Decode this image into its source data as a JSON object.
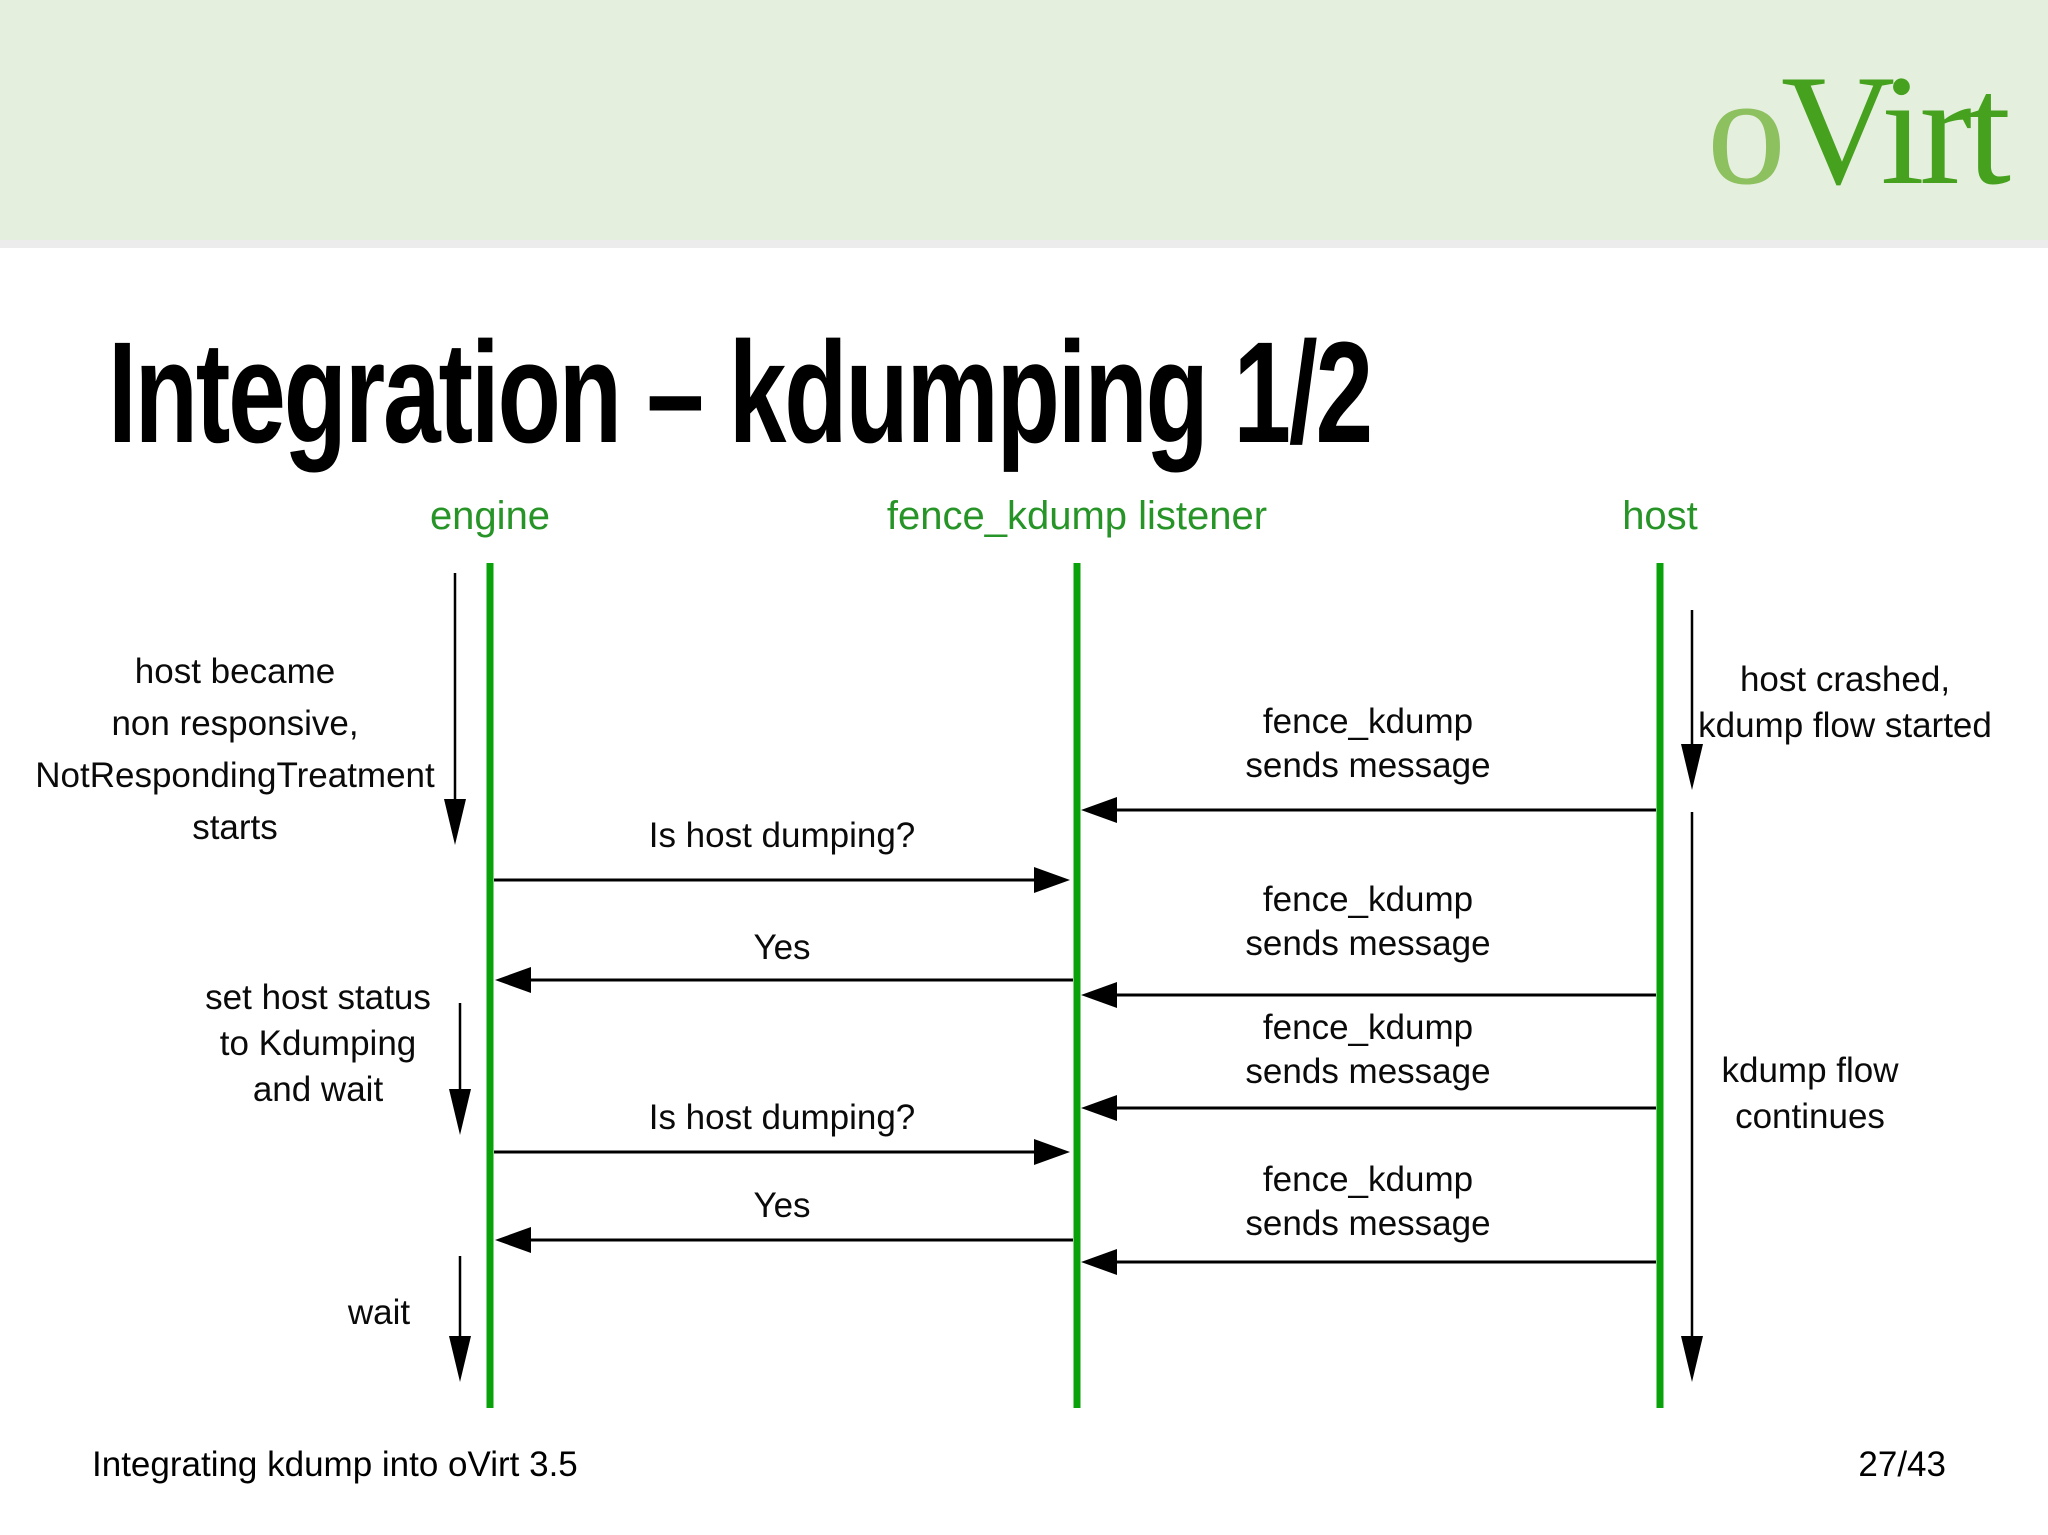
{
  "slide": {
    "title": "Integration – kdumping 1/2",
    "footer_left": "Integrating kdump into oVirt 3.5",
    "footer_right": "27/43"
  },
  "logo": {
    "part1": "o",
    "part2": "Virt"
  },
  "colors": {
    "header_bg": "#e5efdd",
    "lifeline_green": "#0aa20a",
    "lifeline_label_green": "#279427",
    "logo_o_green": "#8dc05e",
    "logo_virt_green": "#45a11e",
    "arrow_black": "#000000"
  },
  "diagram": {
    "lifelines": [
      {
        "label": "engine"
      },
      {
        "label": "fence_kdump listener"
      },
      {
        "label": "host"
      }
    ],
    "engine_notes": {
      "note1": [
        "host became",
        "non responsive,",
        "NotRespondingTreatment",
        "starts"
      ],
      "note2": [
        "set host status",
        "to Kdumping",
        "and wait"
      ],
      "note3": "wait"
    },
    "host_notes": {
      "note1": [
        "host crashed,",
        "kdump flow started"
      ],
      "note2": [
        "kdump flow",
        "continues"
      ]
    },
    "queries": [
      {
        "label": "Is host dumping?",
        "direction": "engine-to-listener"
      },
      {
        "label": "Yes",
        "direction": "listener-to-engine"
      },
      {
        "label": "Is host dumping?",
        "direction": "engine-to-listener"
      },
      {
        "label": "Yes",
        "direction": "listener-to-engine"
      }
    ],
    "messages": [
      {
        "line1": "fence_kdump",
        "line2": "sends message",
        "direction": "host-to-listener"
      },
      {
        "line1": "fence_kdump",
        "line2": "sends message",
        "direction": "host-to-listener"
      },
      {
        "line1": "fence_kdump",
        "line2": "sends message",
        "direction": "host-to-listener"
      },
      {
        "line1": "fence_kdump",
        "line2": "sends message",
        "direction": "host-to-listener"
      }
    ]
  }
}
